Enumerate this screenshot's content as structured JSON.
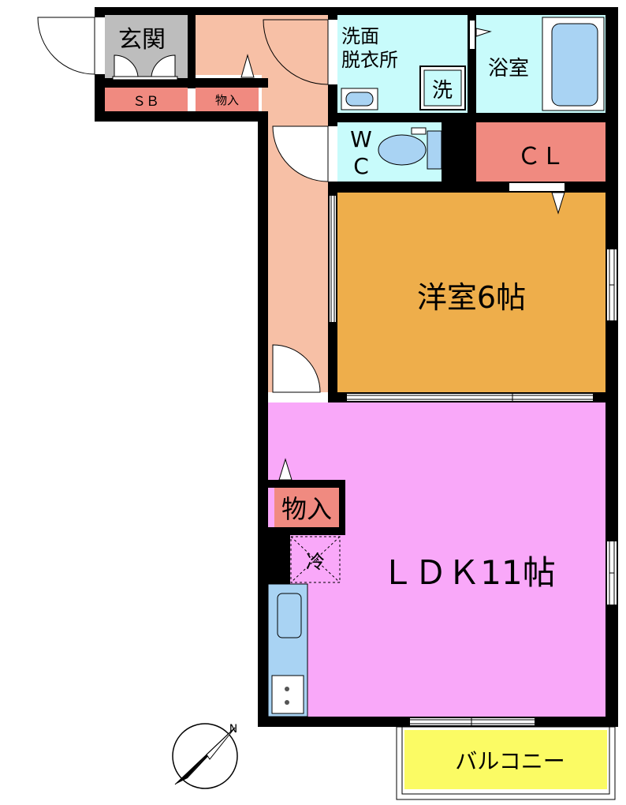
{
  "colors": {
    "wall": "#000000",
    "entrance_floor": "#bdbdbd",
    "hallway": "#f7c0a6",
    "storage": "#f08a80",
    "wet_area": "#c8fbfb",
    "bedroom": "#eeae4b",
    "ldk": "#f9a8f9",
    "kitchen_counter": "#a9d3f3",
    "balcony": "#fbfb64"
  },
  "rooms": {
    "entrance": "玄関",
    "shoe_box": "ＳＢ",
    "hall_storage": "物入",
    "washroom_line1": "洗面",
    "washroom_line2": "脱衣所",
    "washer": "洗",
    "bathroom": "浴室",
    "wc_line1": "W",
    "wc_line2": "C",
    "closet": "ＣＬ",
    "western_room": "洋室6帖",
    "ldk_storage": "物入",
    "fridge": "冷",
    "ldk": "ＬＤＫ11帖",
    "balcony": "バルコニー"
  },
  "compass": {
    "north_label": "N",
    "north_icon": "north-arrow-icon"
  }
}
